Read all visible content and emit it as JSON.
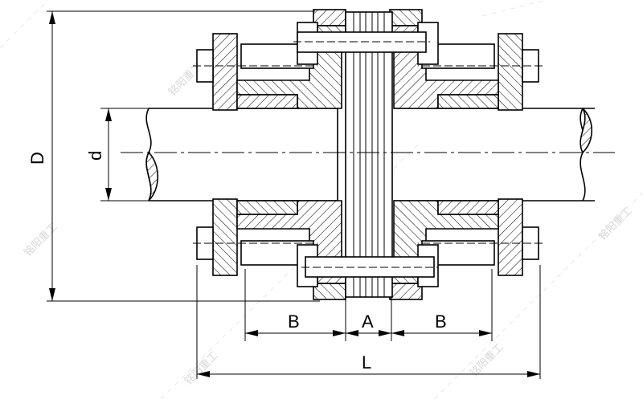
{
  "drawing": {
    "title": "Disc coupling dimension drawing",
    "labels": {
      "outer_diameter": "D",
      "shaft_diameter": "d",
      "hub_length_left": "B",
      "spacer_length": "A",
      "hub_length_right": "B",
      "total_length": "L"
    },
    "watermark": "铭阳重工"
  }
}
